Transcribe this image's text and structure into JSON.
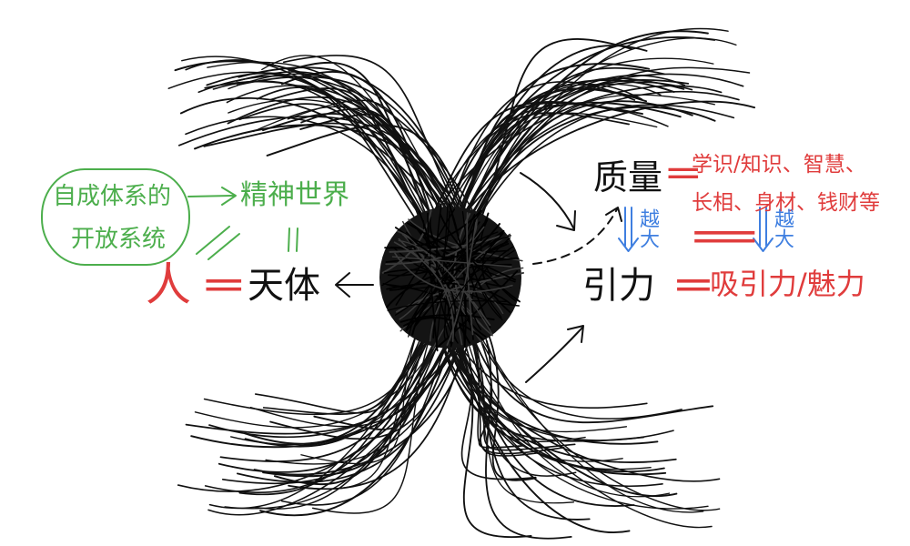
{
  "colors": {
    "green": "#4cae4c",
    "red": "#e03c3c",
    "blue": "#3f7fe0",
    "ink": "#111111"
  },
  "left_group": {
    "bubble": {
      "line1": "自成体系的",
      "line2": "开放系统"
    },
    "spirit": "精神世界",
    "person": "人",
    "celestial": "天体"
  },
  "right_group": {
    "mass": "质量",
    "mass_desc": {
      "line1": "学识/知识、智慧、",
      "line2": "长相、身材、钱财等"
    },
    "bigger": "越大",
    "force": "引力",
    "attraction": "吸引力/魅力"
  },
  "relations": {
    "equals": "="
  }
}
